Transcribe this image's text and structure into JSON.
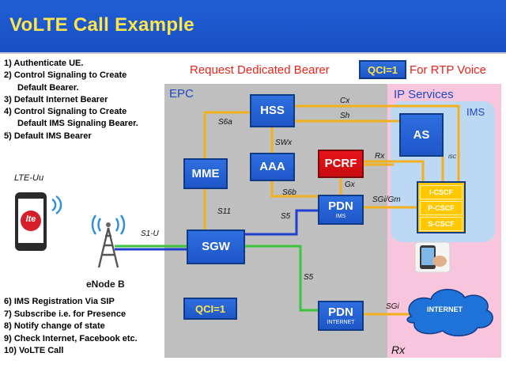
{
  "title": "VoLTE Call Example",
  "steps_top": [
    "1) Authenticate UE.",
    "2) Control Signaling to Create",
    "Default Bearer.",
    "3) Default Internet Bearer",
    "4) Control Signaling to Create",
    "Default IMS Signaling Bearer.",
    "5) Default IMS Bearer"
  ],
  "steps_bottom": [
    "6) IMS Registration Via SIP",
    "7) Subscribe i.e. for Presence",
    "8) Notify change of state",
    "9) Check Internet, Facebook etc.",
    "10) VoLTE Call"
  ],
  "header_note": {
    "request_text": "Request Dedicated Bearer",
    "qci_label": "QCI=1",
    "rtp_text": "For RTP Voice"
  },
  "regions": {
    "epc": "EPC",
    "ip_services": "IP Services",
    "ims": "IMS"
  },
  "nodes": {
    "hss": "HSS",
    "aaa": "AAA",
    "mme": "MME",
    "sgw": "SGW",
    "pcrf": "PCRF",
    "pdn_ims": "PDN",
    "pdn_ims_sub": "IMS",
    "pdn_internet": "PDN",
    "pdn_internet_sub": "INTERNET",
    "as": "AS",
    "icscf": "I-CSCF",
    "pcscf": "P-CSCF",
    "scscf": "S-CSCF",
    "internet": "INTERNET"
  },
  "qci_epc_label": "QCI=1",
  "interfaces": {
    "cx": "Cx",
    "sh": "Sh",
    "s6a": "S6a",
    "swx": "SWx",
    "rx": "Rx",
    "gx": "Gx",
    "s6b": "S6b",
    "sgi_gm": "SGi/Gm",
    "s11": "S11",
    "s5_top": "S5",
    "s1u": "S1-U",
    "s5_bottom": "S5",
    "sgi": "SGi",
    "isc": "ISC",
    "rx_bottom": "Rx"
  },
  "labels": {
    "lte_uu": "LTE-Uu",
    "enodeb": "eNode B",
    "phone_logo": "lte"
  },
  "colors": {
    "title_bg": "#1f5fd6",
    "title_text": "#ffe44a",
    "accent_red": "#e8241a",
    "epc_bg": "#bfbfbf",
    "ip_bg": "#f7c6dc",
    "ims_bg": "#bcd8f2",
    "node_blue": "#1e56c8",
    "line_orange": "#f2b01e",
    "line_green": "#3cc43c",
    "line_blue": "#1f3fd0"
  }
}
